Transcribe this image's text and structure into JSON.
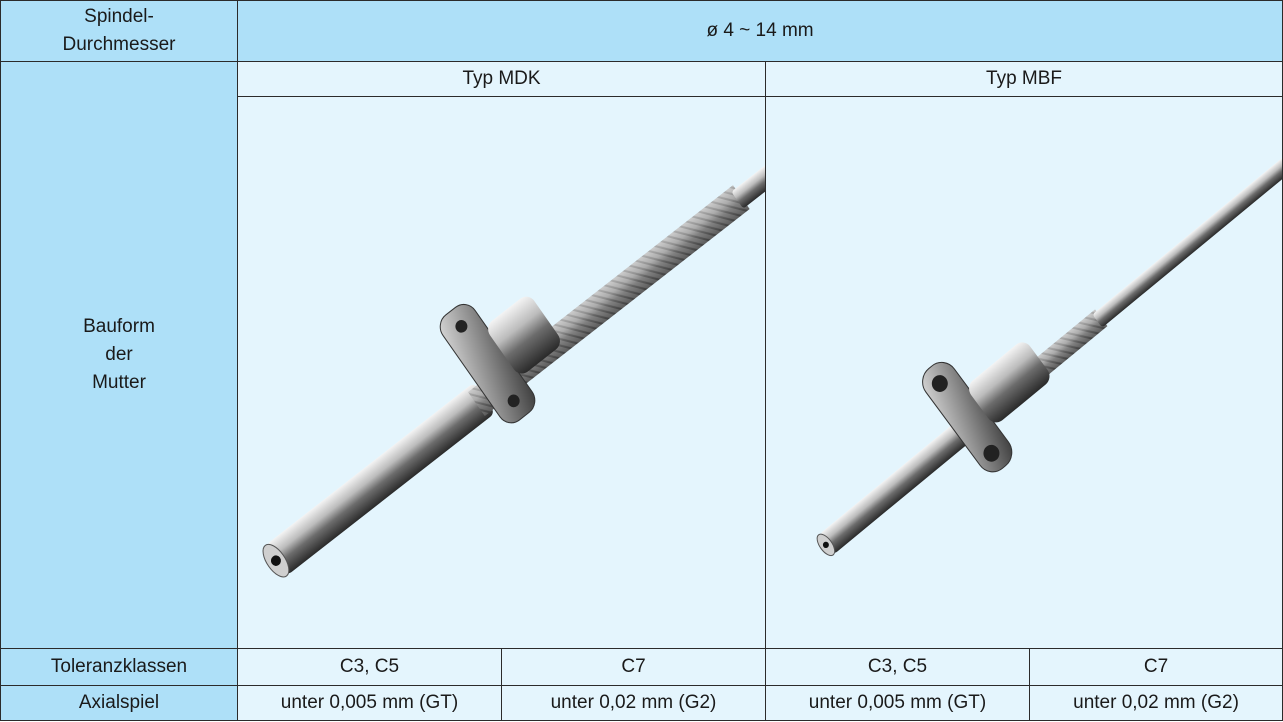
{
  "table": {
    "row_spindle": {
      "label_line1": "Spindel-",
      "label_line2": "Durchmesser",
      "value": "ø 4 ~ 14 mm"
    },
    "row_form": {
      "label_line1": "Bauform",
      "label_line2": "der",
      "label_line3": "Mutter",
      "type_mdk": "Typ MDK",
      "type_mbf": "Typ MBF"
    },
    "row_tolerance": {
      "label": "Toleranzklassen",
      "values": [
        "C3, C5",
        "C7",
        "C3, C5",
        "C7"
      ]
    },
    "row_axial": {
      "label": "Axialspiel",
      "values": [
        "unter 0,005 mm (GT)",
        "unter 0,02 mm (G2)",
        "unter 0,005 mm (GT)",
        "unter 0,02 mm (G2)"
      ]
    }
  },
  "colors": {
    "header_bg": "#aee0f8",
    "cell_bg": "#e4f5fd",
    "border": "#2b2b2b"
  },
  "images": {
    "mdk": "ball-screw-mdk-image",
    "mbf": "ball-screw-mbf-image"
  }
}
